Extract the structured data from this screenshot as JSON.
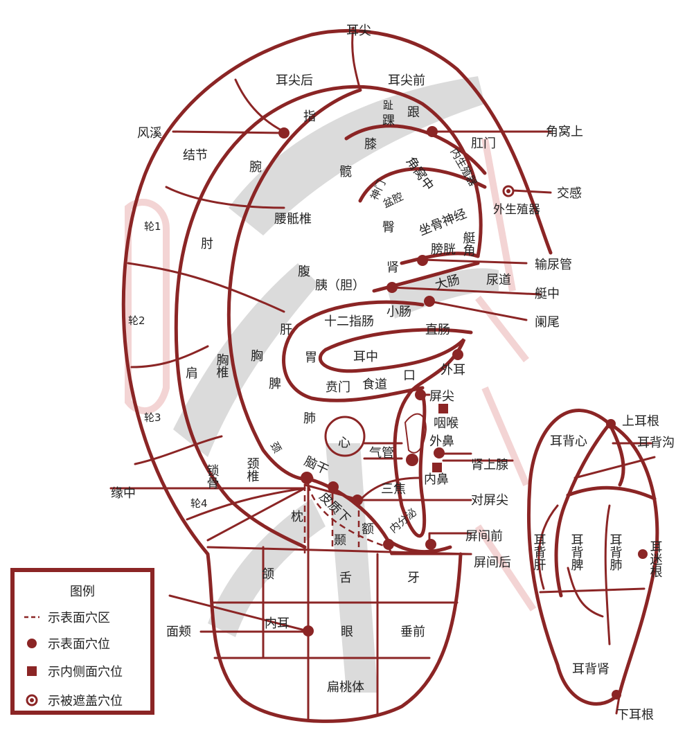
{
  "labels": {
    "erjian": "耳尖",
    "erjianhou": "耳尖后",
    "erjianqian": "耳尖前",
    "zhi_toe": "趾",
    "gen": "跟",
    "huai": "踝",
    "zhi_finger": "指",
    "fengxi": "风溪",
    "jiaowoshang": "角窝上",
    "jiejie": "结节",
    "wan": "腕",
    "xi": "膝",
    "kuan": "髋",
    "neishengzhiqi": "内生殖器",
    "gangmen": "肛门",
    "jiaowozhong": "角窝中",
    "shenmen": "神门",
    "penqiang": "盆腔",
    "jiaogan": "交感",
    "waishengzhiqi": "外生殖器",
    "lun1": "轮1",
    "zhou": "肘",
    "yaodizhui": "腰骶椎",
    "tun": "臀",
    "zuogushenjing": "坐骨神经",
    "tingjiao": "艇角",
    "pangguang": "膀胱",
    "shuniaoguan": "输尿管",
    "fu": "腹",
    "shen": "肾",
    "yidan": "胰（胆）",
    "dachang": "大肠",
    "niaodao": "尿道",
    "lun2": "轮2",
    "tingzhong": "艇中",
    "xiaochang": "小肠",
    "lanwei": "阑尾",
    "gan": "肝",
    "shierzhichang": "十二指肠",
    "zhichang": "直肠",
    "xiongzhui": "胸椎",
    "xiong": "胸",
    "wei": "胃",
    "erzhong": "耳中",
    "waier": "外耳",
    "jian": "肩",
    "pi": "脾",
    "benmen": "贲门",
    "shidao": "食道",
    "kou": "口",
    "pingjian": "屏尖",
    "lun3": "轮3",
    "fei": "肺",
    "yanhou": "咽喉",
    "xin": "心",
    "qiguan": "气管",
    "waibi": "外鼻",
    "shenshangxian": "肾上腺",
    "neibi": "内鼻",
    "suogu": "锁骨",
    "jingzhui": "颈椎",
    "jing": "颈",
    "naogan": "脑干",
    "yuanzhong": "缘中",
    "sanjiao": "三焦",
    "duipingjian": "对屏尖",
    "lun4": "轮4",
    "zhen": "枕",
    "pizhixia": "皮质下",
    "e": "额",
    "neifenmi": "内分泌",
    "nie": "颞",
    "pingjianqian": "屏间前",
    "pingjianhou": "屏间后",
    "han": "颌",
    "she": "舌",
    "ya": "牙",
    "mianjia": "面颊",
    "neier": "内耳",
    "yan": "眼",
    "chuiqian": "垂前",
    "biantaoti": "扁桃体"
  },
  "back": {
    "shangergen": "上耳根",
    "erbeixin": "耳背心",
    "erbeigou": "耳背沟",
    "erbeigan": "耳背肝",
    "erbeipi": "耳背脾",
    "erbeifei": "耳背肺",
    "ermigen": "耳迷根",
    "erbeishen": "耳背肾",
    "xiaergen": "下耳根"
  },
  "legend": {
    "title": "图例",
    "items": [
      {
        "label": "示表面穴区",
        "symbol": "dashed-line"
      },
      {
        "label": "示表面穴位",
        "symbol": "filled-dot"
      },
      {
        "label": "示内侧面穴位",
        "symbol": "filled-square"
      },
      {
        "label": "示被遮盖穴位",
        "symbol": "ring-dot"
      }
    ]
  },
  "colors": {
    "line": "#8b2525",
    "watermark": "#cfcfcf"
  }
}
